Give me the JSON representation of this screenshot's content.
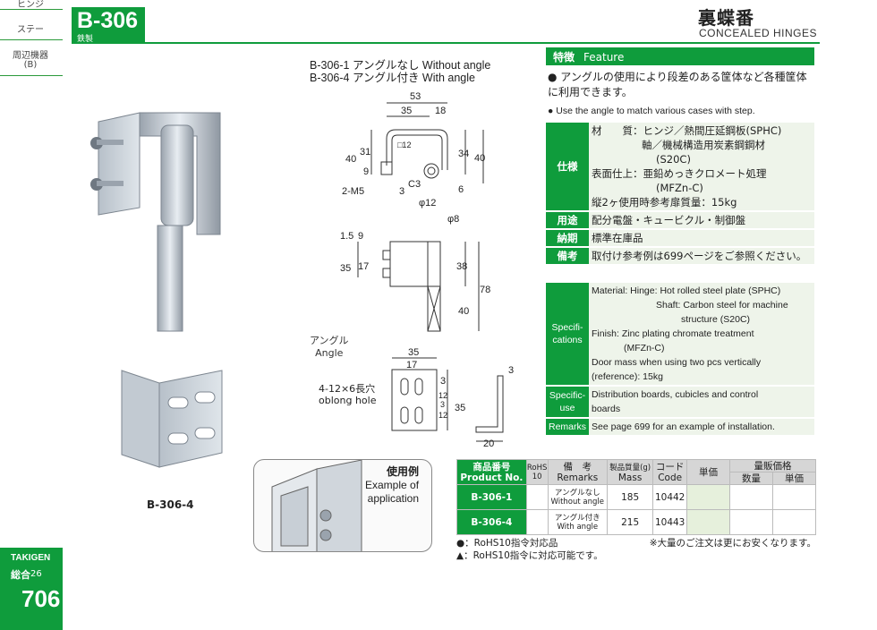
{
  "sidebar": {
    "tabs": [
      "ヒンジ",
      "ステー",
      "周辺機器",
      "(B)"
    ],
    "badge": {
      "brand": "TAKIGEN",
      "catalog": "総合",
      "catalog_no": "26",
      "page": "706"
    }
  },
  "header": {
    "code": "B-306",
    "material": "鉄製",
    "title_jp": "裏蝶番",
    "title_en": "CONCEALED HINGES"
  },
  "photos": {
    "angle_label": "B-306-4"
  },
  "drawing": {
    "variants": [
      "B-306-1  アングルなし  Without angle",
      "B-306-4  アングル付き  With angle"
    ],
    "dims": {
      "w53": "53",
      "w35": "35",
      "w18": "18",
      "h40a": "40",
      "h31": "31",
      "h9": "9",
      "h3": "3",
      "h34": "34",
      "h40b": "40",
      "h6": "6",
      "m5": "2-M5",
      "c3": "C3",
      "sq12": "□12",
      "phi12": "φ12",
      "phi8": "φ8",
      "s15": "1.5",
      "s9": "9",
      "s35": "35",
      "s17": "17",
      "s38": "38",
      "s78": "78",
      "s40": "40",
      "a35": "35",
      "a17": "17",
      "a3": "3",
      "a12": "12",
      "a3b": "3",
      "a12b": "12",
      "a35b": "35",
      "a3c": "3",
      "a20": "20"
    },
    "angle_tag_jp": "アングル",
    "angle_tag_en": "Angle",
    "hole_jp": "4-12×6長穴",
    "hole_en": "oblong hole"
  },
  "application": {
    "jp": "使用例",
    "en1": "Example of",
    "en2": "application"
  },
  "feature": {
    "head_jp": "特徴",
    "head_en": "Feature",
    "jp": "アングルの使用により段差のある筐体など各種筐体に利用できます。",
    "en": "Use the angle to match various cases with step."
  },
  "spec_jp": {
    "spec_head": "仕様",
    "mat1": "材　　質：ヒンジ／熱間圧延鋼板(SPHC)",
    "mat2": "軸／機械構造用炭素鋼鋼材",
    "mat3": "(S20C)",
    "fin1": "表面仕上：亜鉛めっきクロメート処理",
    "fin2": "(MFZn-C)",
    "mass": "縦2ヶ使用時参考扉質量：15kg",
    "use_head": "用途",
    "use": "配分電盤・キュービクル・制御盤",
    "lead_head": "納期",
    "lead": "標準在庫品",
    "note_head": "備考",
    "note": "取付け参考例は699ページをご参照ください。"
  },
  "spec_en": {
    "spec_head1": "Specifi-",
    "spec_head2": "cations",
    "mat1": "Material: Hinge: Hot rolled steel plate (SPHC)",
    "mat2": "Shaft: Carbon steel for machine",
    "mat3": "structure (S20C)",
    "fin1": "Finish: Zinc plating chromate treatment",
    "fin2": "(MFZn-C)",
    "mass1": "Door mass when using two pcs vertically",
    "mass2": "(reference): 15kg",
    "use_head1": "Specific-",
    "use_head2": "use",
    "use1": "Distribution boards, cubicles and control",
    "use2": "boards",
    "rem_head": "Remarks",
    "rem": "See page 699 for an example of installation."
  },
  "product_table": {
    "headers": {
      "product_jp": "商品番号",
      "product_en": "Product No.",
      "rohs": "RoHS 10",
      "remarks_jp": "備　考",
      "remarks_en": "Remarks",
      "mass_jp": "製品質量(g)",
      "mass_en": "Mass",
      "code_jp": "コード",
      "code_en": "Code",
      "price": "単価",
      "volume": "量販価格",
      "qty": "数量",
      "unit": "単価"
    },
    "rows": [
      {
        "product": "B-306-1",
        "remarks_jp": "アングルなし",
        "remarks_en": "Without angle",
        "mass": "185",
        "code": "10442"
      },
      {
        "product": "B-306-4",
        "remarks_jp": "アングル付き",
        "remarks_en": "With angle",
        "mass": "215",
        "code": "10443"
      }
    ]
  },
  "legend": {
    "l1": "●：RoHS10指令対応品",
    "l2": "▲：RoHS10指令に対応可能です。",
    "note": "※大量のご注文は更にお安くなります。"
  }
}
